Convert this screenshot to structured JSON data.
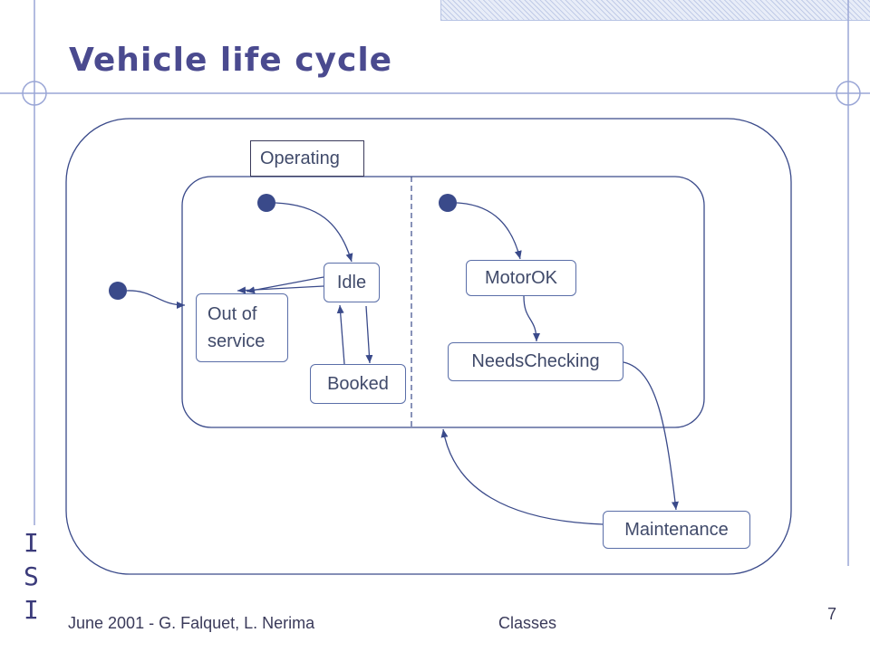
{
  "slide": {
    "title": "Vehicle life cycle",
    "page_number": "7"
  },
  "footer": {
    "left": "June 2001 - G. Falquet, L. Nerima",
    "center": "Classes"
  },
  "logo": {
    "letters": [
      "I",
      "S",
      "I"
    ]
  },
  "diagram": {
    "composite_label": "Operating",
    "states": {
      "idle": "Idle",
      "out_of_service_line1": "Out of",
      "out_of_service_line2": "service",
      "booked": "Booked",
      "motor_ok": "MotorOK",
      "needs_checking": "NeedsChecking",
      "maintenance": "Maintenance"
    }
  },
  "colors": {
    "title": "#4a4a8f",
    "lines": "#3a4a8a",
    "initial_dot": "#3a4a8a",
    "decor": "#8a9ad0"
  }
}
